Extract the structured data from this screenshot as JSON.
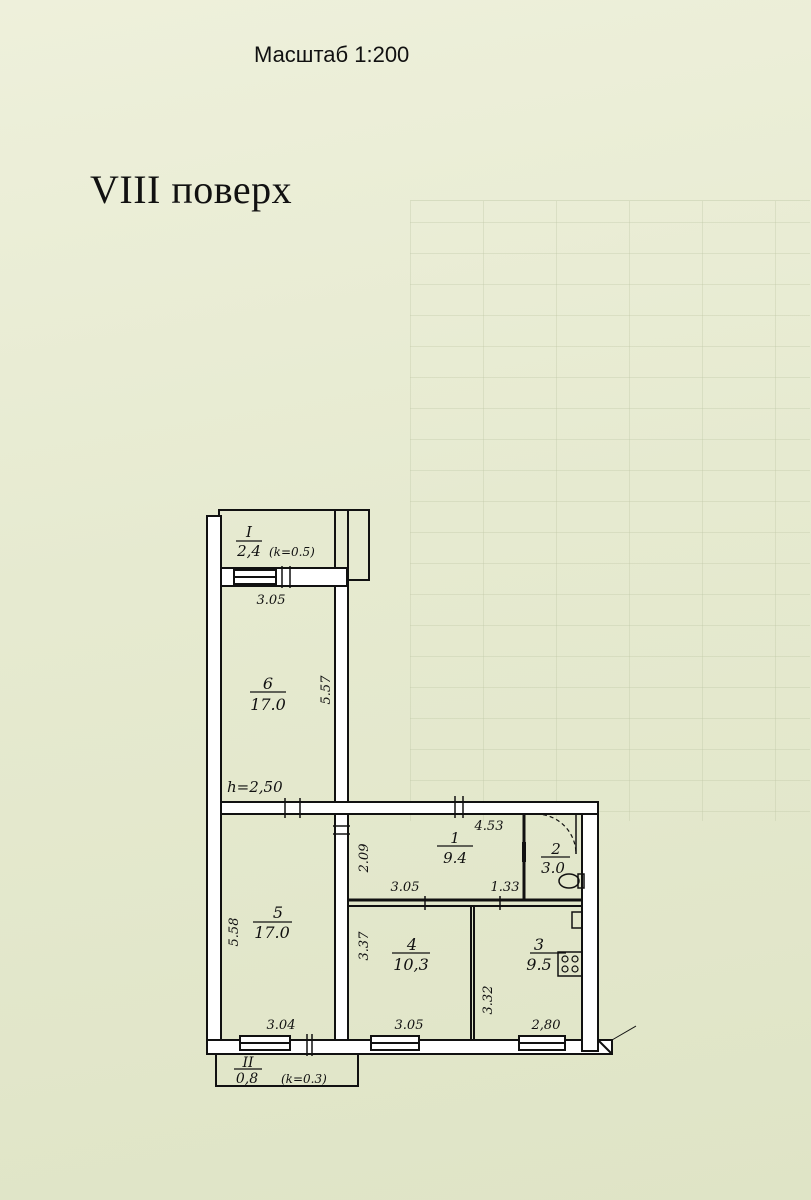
{
  "header": {
    "scale": "Масштаб 1:200",
    "floor_title": "VIII поверх"
  },
  "plan": {
    "ceiling_height": "h=2,50",
    "rooms": [
      {
        "number": "1",
        "area": "9.4"
      },
      {
        "number": "2",
        "area": "3.0"
      },
      {
        "number": "3",
        "area": "9.5"
      },
      {
        "number": "4",
        "area": "10,3"
      },
      {
        "number": "5",
        "area": "17.0"
      },
      {
        "number": "6",
        "area": "17.0"
      }
    ],
    "balconies": [
      {
        "number": "I",
        "area": "2,4",
        "coefficient": "(k=0.5)"
      },
      {
        "number": "II",
        "area": "0,8",
        "coefficient": "(k=0.3)"
      }
    ],
    "dimensions": {
      "room6_width": "3.05",
      "room6_length": "5.57",
      "corridor_length": "4.53",
      "room1_width": "2.09",
      "room1_bottom": "3.05",
      "wc_width": "1.33",
      "room5_length": "5.58",
      "room5_width": "3.04",
      "room4_length": "3.37",
      "room4_width": "3.05",
      "room3_length": "3.32",
      "room3_width": "2,80"
    }
  }
}
